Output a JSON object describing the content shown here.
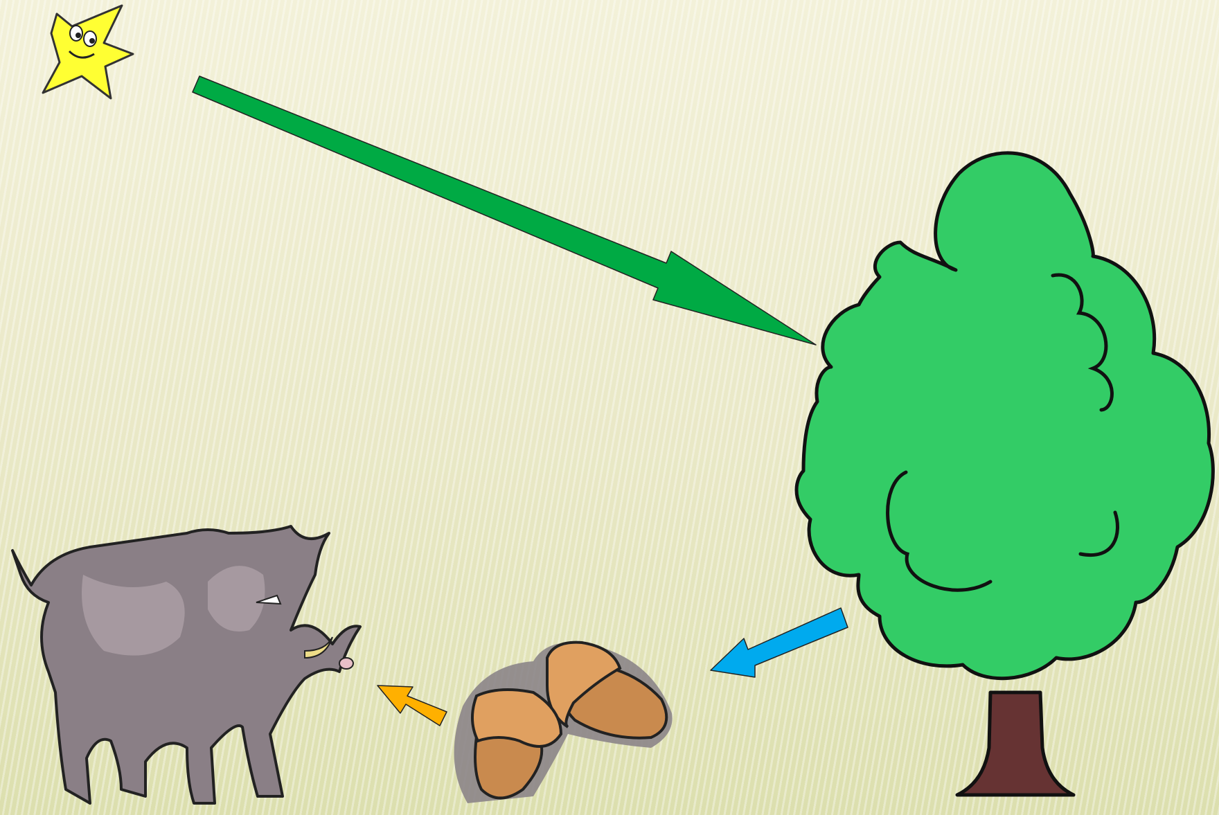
{
  "slide": {
    "background_color": "#e9e8c6",
    "description_nodes": [
      "sun",
      "tree",
      "acorns",
      "wild-boar"
    ],
    "colors": {
      "sun_fill": "#ffff33",
      "tree_crown": "#33cc66",
      "tree_trunk": "#663333",
      "arrow_sun_to_tree": "#00aa44",
      "arrow_tree_to_acorns": "#00aaee",
      "arrow_acorns_to_boar": "#ffb000",
      "acorn": "#cc8844",
      "boar": "#8a7f86"
    },
    "icons": [
      "star-sun-icon",
      "tree-icon",
      "acorns-icon",
      "wild-boar-icon"
    ],
    "arrows": [
      {
        "from": "sun",
        "to": "tree"
      },
      {
        "from": "tree",
        "to": "acorns"
      },
      {
        "from": "acorns",
        "to": "wild-boar"
      }
    ]
  }
}
